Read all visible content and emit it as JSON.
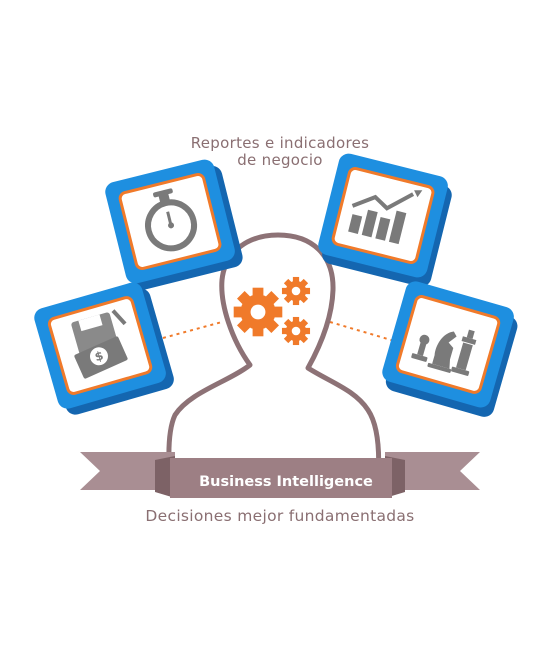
{
  "labels": {
    "top_line1": "Reportes e indicadores",
    "top_line2": "de negocio",
    "ribbon": "Business Intelligence",
    "bottom": "Decisiones mejor fundamentadas"
  },
  "tiles": [
    {
      "icon": "stopwatch-icon"
    },
    {
      "icon": "bar-chart-trend-icon"
    },
    {
      "icon": "money-disk-icon"
    },
    {
      "icon": "chess-pieces-icon"
    }
  ],
  "colors": {
    "tile_blue": "#1e8fe0",
    "tile_frame": "#f07a2a",
    "gear": "#f07a2a",
    "outline": "#8d7276",
    "ribbon": "#9d7f84",
    "ribbon_dark": "#7d6266",
    "text": "#8a6f72"
  }
}
